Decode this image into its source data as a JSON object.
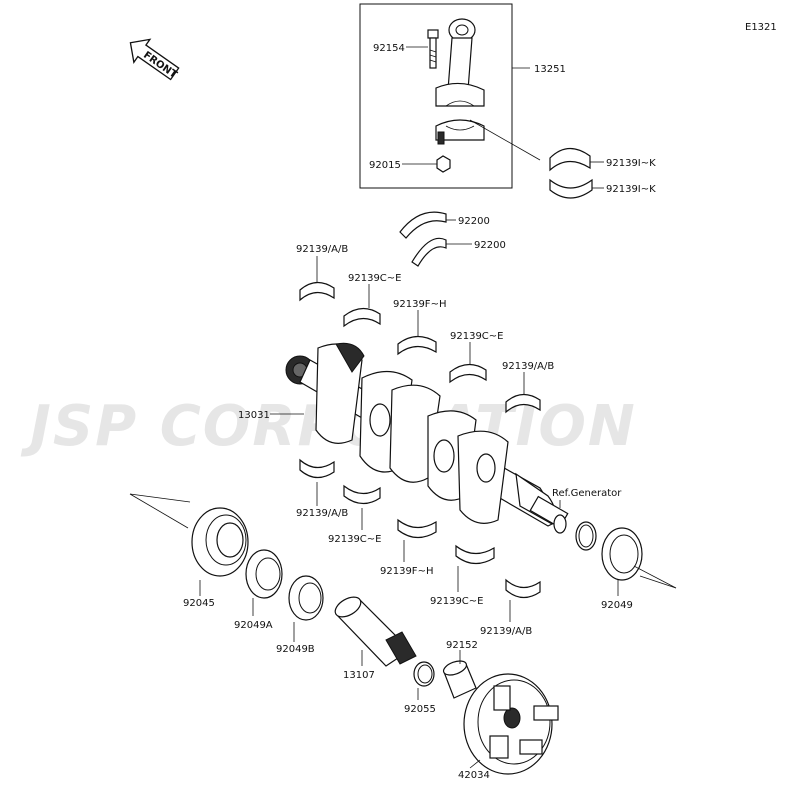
{
  "diagram_code": "E1321",
  "watermark": "JSP CORPORATION",
  "front_arrow_label": "FRONT",
  "labels": {
    "conrod_bolt": "92154",
    "conrod_assy": "13251",
    "conrod_nut": "92015",
    "conrod_bearing_upper": "92139I~K",
    "conrod_bearing_lower": "92139I~K",
    "thrust_washer_upper": "92200",
    "thrust_washer_lower": "92200",
    "main_bearing_upper_1": "92139/A/B",
    "main_bearing_upper_2": "92139C~E",
    "main_bearing_upper_3": "92139F~H",
    "main_bearing_upper_4": "92139C~E",
    "main_bearing_upper_5": "92139/A/B",
    "crankshaft": "13031",
    "ref_generator": "Ref.Generator",
    "main_bearing_lower_1": "92139/A/B",
    "main_bearing_lower_2": "92139C~E",
    "main_bearing_lower_3": "92139F~H",
    "main_bearing_lower_4": "92139C~E",
    "main_bearing_lower_5": "92139/A/B",
    "oil_seal_left": "92045",
    "oil_seal_a": "92049A",
    "oil_seal_b": "92049B",
    "shaft": "13107",
    "o_ring": "92055",
    "collar": "92152",
    "coupling": "42034",
    "oil_seal_right": "92049"
  }
}
